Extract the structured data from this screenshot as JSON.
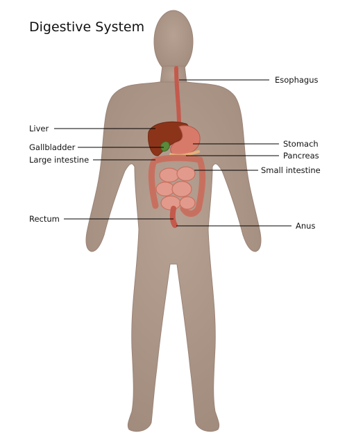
{
  "title": "Digestive System",
  "labels": {
    "esophagus": "Esophagus",
    "liver": "Liver",
    "stomach": "Stomach",
    "gallbladder": "Gallbladder",
    "pancreas": "Pancreas",
    "large_intestine": "Large intestine",
    "small_intestine": "Small intestine",
    "rectum": "Rectum",
    "anus": "Anus"
  },
  "colors": {
    "body": "#ad9789",
    "body_edge": "#9a8477",
    "liver": "#8c3419",
    "stomach": "#d87a6a",
    "esophagus": "#c45a4c",
    "gallbladder": "#5b8a3a",
    "intestine": "#e29a8c",
    "intestine_dark": "#c8705f",
    "leader": "#000000"
  }
}
